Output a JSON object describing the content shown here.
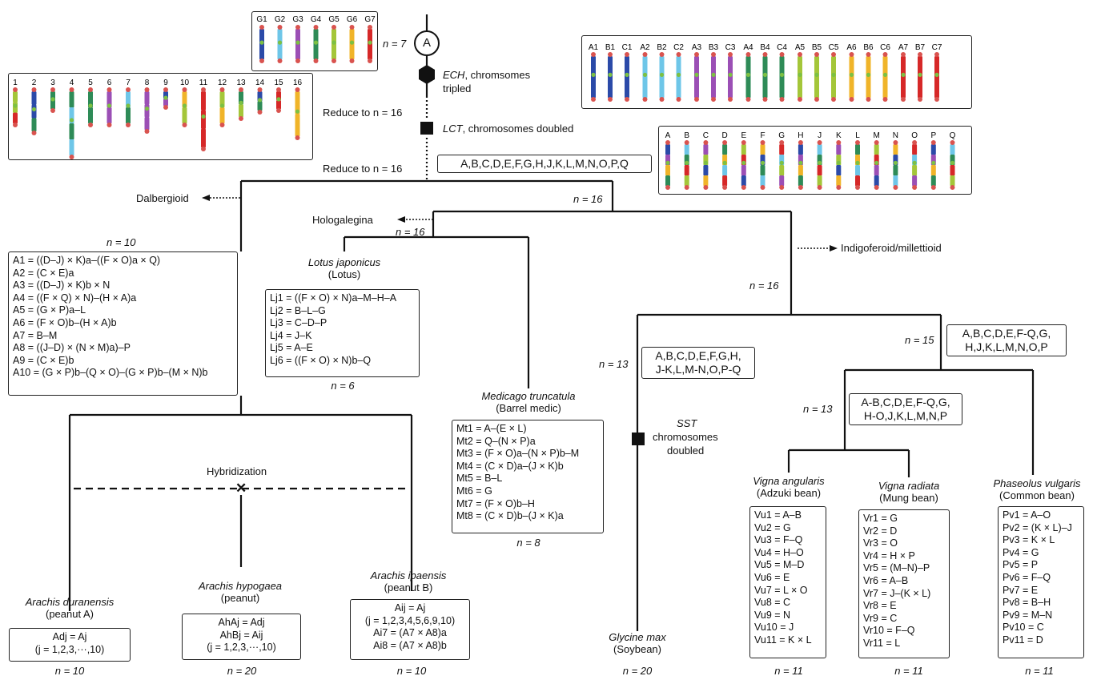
{
  "ancestor": {
    "label": "A",
    "n_label": "n = 7"
  },
  "events": {
    "ech_abbr": "ECH",
    "ech_rest": ", chromsomes",
    "ech_rest2": "tripled",
    "reduce1": "Reduce to n = 16",
    "lct_abbr": "LCT",
    "lct_rest": ", chromosomes doubled",
    "reduce2": "Reduce to n = 16",
    "sst_abbr": "SST",
    "sst_rest1": "chromosomes",
    "sst_rest2": "doubled",
    "hybridization": "Hybridization"
  },
  "seq_boxes": {
    "root": "A,B,C,D,E,F,G,H,J,K,L,M,N,O,P,Q",
    "glycine_line1": "A,B,C,D,E,F,G,H,",
    "glycine_line2": "J-K,L,M-N,O,P-Q",
    "phaseoleae15_line1": "A,B,C,D,E,F-Q,G,",
    "phaseoleae15_line2": "H,J,K,L,M,N,O,P",
    "vigna13_line1": "A-B,C,D,E,F-Q,G,",
    "vigna13_line2": "H-O,J,K,L,M,N,P"
  },
  "clades": {
    "dalbergioid": "Dalbergioid",
    "hologalegina": "Hologalegina",
    "indigoferoid": "Indigoferoid/millettioid"
  },
  "n_labels": {
    "n16_a": "n = 16",
    "n16_b": "n = 16",
    "n16_c": "n = 16",
    "n13_glycine": "n = 13",
    "n15": "n = 15",
    "n13_vigna": "n = 13",
    "n10_arachis": "n = 10"
  },
  "arachis_anc": {
    "rows": [
      "A1 = ((D–J) × K)a–((F × O)a × Q)",
      "A2 = (C × E)a",
      "A3 = ((D–J) × K)b × N",
      "A4 = ((F × Q) × N)–(H × A)a",
      "A5 = (G × P)a–L",
      "A6 = (F × O)b–(H × A)b",
      "A7 = B–M",
      "A8 = ((J–D) × (N × M)a)–P",
      "A9 = (C × E)b",
      "A10 = (G × P)b–(Q × O)–(G × P)b–(M × N)b"
    ]
  },
  "lotus": {
    "species": "Lotus japonicus",
    "common": "(Lotus)",
    "rows": [
      "Lj1 = ((F × O) × N)a–M–H–A",
      "Lj2 = B–L–G",
      "Lj3 = C–D–P",
      "Lj4 = J–K",
      "Lj5 = A–E",
      "Lj6 = ((F × O) × N)b–Q"
    ],
    "n": "n = 6"
  },
  "medicago": {
    "species": "Medicago truncatula",
    "common": "(Barrel medic)",
    "rows": [
      "Mt1 = A–(E × L)",
      "Mt2 = Q–(N × P)a",
      "Mt3 = (F × O)a–(N × P)b–M",
      "Mt4 = (C × D)a–(J × K)b",
      "Mt5 = B–L",
      "Mt6 = G",
      "Mt7 = (F × O)b–H",
      "Mt8 = (C × D)b–(J × K)a"
    ],
    "n": "n = 8"
  },
  "arachis_duranensis": {
    "species": "Arachis duranensis",
    "common": "(peanut A)",
    "rows": [
      "Adj = Aj",
      "(j = 1,2,3,···,10)"
    ],
    "n": "n = 10"
  },
  "arachis_hypogaea": {
    "species": "Arachis hypogaea",
    "common": "(peanut)",
    "rows": [
      "AhAj = Adj",
      "AhBj = Aij",
      "(j = 1,2,3,···,10)"
    ],
    "n": "n = 20"
  },
  "arachis_ipaensis": {
    "species": "Arachis ipaensis",
    "common": "(peanut B)",
    "rows": [
      "Aij = Aj",
      "(j = 1,2,3,4,5,6,9,10)",
      "Ai7 = (A7 × A8)a",
      "Ai8 = (A7 × A8)b"
    ],
    "n": "n = 10"
  },
  "glycine": {
    "species": "Glycine max",
    "common": "(Soybean)",
    "n": "n = 20"
  },
  "vigna_angularis": {
    "species": "Vigna angularis",
    "common": "(Adzuki bean)",
    "rows": [
      "Vu1 = A–B",
      "Vu2 = G",
      "Vu3 = F–Q",
      "Vu4 = H–O",
      "Vu5 = M–D",
      "Vu6 = E",
      "Vu7 = L × O",
      "Vu8 = C",
      "Vu9 = N",
      "Vu10 = J",
      "Vu11 = K × L"
    ],
    "n": "n = 11"
  },
  "vigna_radiata": {
    "species": "Vigna radiata",
    "common": "(Mung bean)",
    "rows": [
      "Vr1 = G",
      "Vr2 = D",
      "Vr3 = O",
      "Vr4 = H × P",
      "Vr5 = (M–N)–P",
      "Vr6 = A–B",
      "Vr7 = J–(K × L)",
      "Vr8 = E",
      "Vr9 = C",
      "Vr10 = F–Q",
      "Vr11 = L"
    ],
    "n": "n = 11"
  },
  "phaseolus": {
    "species": "Phaseolus vulgaris",
    "common": "(Common bean)",
    "rows": [
      "Pv1 = A–O",
      "Pv2 = (K × L)–J",
      "Pv3 = K × L",
      "Pv4 = G",
      "Pv5 = P",
      "Pv6 = F–Q",
      "Pv7 = E",
      "Pv8 = B–H",
      "Pv9 = M–N",
      "Pv10 = C",
      "Pv11 = D"
    ],
    "n": "n = 11"
  },
  "karyotypes": {
    "ancestral7": [
      "G1",
      "G2",
      "G3",
      "G4",
      "G5",
      "G6",
      "G7"
    ],
    "hex21": [
      "A1",
      "B1",
      "C1",
      "A2",
      "B2",
      "C2",
      "A3",
      "B3",
      "C3",
      "A4",
      "B4",
      "C4",
      "A5",
      "B5",
      "C5",
      "A6",
      "B6",
      "C6",
      "A7",
      "B7",
      "C7"
    ],
    "k16": [
      "1",
      "2",
      "3",
      "4",
      "5",
      "6",
      "7",
      "8",
      "9",
      "10",
      "11",
      "12",
      "13",
      "14",
      "15",
      "16"
    ],
    "letters16": [
      "A",
      "B",
      "C",
      "D",
      "E",
      "F",
      "G",
      "H",
      "J",
      "K",
      "L",
      "M",
      "N",
      "O",
      "P",
      "Q"
    ]
  },
  "colors": {
    "g1": "#2b4aa8",
    "g2": "#6ec6e8",
    "g3": "#9b4fb5",
    "g4": "#2e8b57",
    "g5": "#a4c639",
    "g6": "#f0b429",
    "g7": "#d62828",
    "centromere": "#7cc043",
    "telomere": "#d9534f"
  }
}
